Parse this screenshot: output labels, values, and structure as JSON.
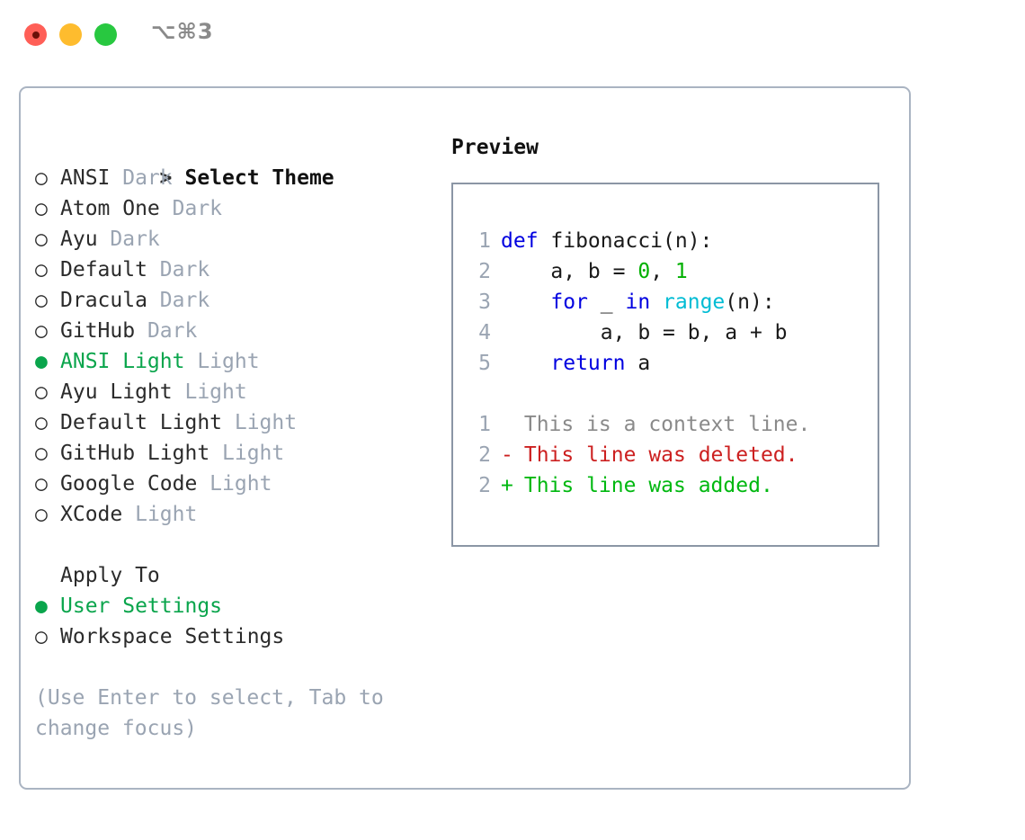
{
  "window": {
    "shortcut": "⌥⌘3",
    "controls": [
      {
        "name": "close",
        "color": "#ff5f57"
      },
      {
        "name": "minimize",
        "color": "#febc2e"
      },
      {
        "name": "maximize",
        "color": "#28c840"
      }
    ]
  },
  "colors": {
    "accent_green": "#0aa54c",
    "muted_gray": "#9aa4b2",
    "text": "#2b2b2b",
    "border": "#aab4c2",
    "preview_border": "#8b96a5",
    "keyword_blue": "#0000e0",
    "function_cyan": "#00bcd4",
    "number_green": "#00b000",
    "diff_delete_red": "#cc2020",
    "diff_add_green": "#00b810"
  },
  "left": {
    "section_prompt": ">",
    "section_title": "Select Theme",
    "radio_selected": "●",
    "radio_unselected": "○",
    "themes": [
      {
        "name": "ANSI",
        "variant": "Dark",
        "selected": false
      },
      {
        "name": "Atom One",
        "variant": "Dark",
        "selected": false
      },
      {
        "name": "Ayu",
        "variant": "Dark",
        "selected": false
      },
      {
        "name": "Default",
        "variant": "Dark",
        "selected": false
      },
      {
        "name": "Dracula",
        "variant": "Dark",
        "selected": false
      },
      {
        "name": "GitHub",
        "variant": "Dark",
        "selected": false
      },
      {
        "name": "ANSI Light",
        "variant": "Light",
        "selected": true
      },
      {
        "name": "Ayu Light",
        "variant": "Light",
        "selected": false
      },
      {
        "name": "Default Light",
        "variant": "Light",
        "selected": false
      },
      {
        "name": "GitHub Light",
        "variant": "Light",
        "selected": false
      },
      {
        "name": "Google Code",
        "variant": "Light",
        "selected": false
      },
      {
        "name": "XCode",
        "variant": "Light",
        "selected": false
      }
    ],
    "apply_to_header": "Apply To",
    "apply_to": [
      {
        "name": "User Settings",
        "selected": true
      },
      {
        "name": "Workspace Settings",
        "selected": false
      }
    ],
    "hint": "(Use Enter to select, Tab to change focus)"
  },
  "right": {
    "preview_title": "Preview",
    "code_lines": [
      {
        "n": "1",
        "tokens": [
          {
            "t": "def",
            "c": "kw"
          },
          {
            "t": " fibonacci(n):",
            "c": "txt"
          }
        ]
      },
      {
        "n": "2",
        "tokens": [
          {
            "t": "    a, b = ",
            "c": "txt"
          },
          {
            "t": "0",
            "c": "num"
          },
          {
            "t": ", ",
            "c": "txt"
          },
          {
            "t": "1",
            "c": "num"
          }
        ]
      },
      {
        "n": "3",
        "tokens": [
          {
            "t": "    ",
            "c": "txt"
          },
          {
            "t": "for",
            "c": "kw"
          },
          {
            "t": " _ ",
            "c": "txt"
          },
          {
            "t": "in",
            "c": "kw"
          },
          {
            "t": " ",
            "c": "txt"
          },
          {
            "t": "range",
            "c": "fn"
          },
          {
            "t": "(n):",
            "c": "txt"
          }
        ]
      },
      {
        "n": "4",
        "tokens": [
          {
            "t": "        a, b = b, a + b",
            "c": "txt"
          }
        ]
      },
      {
        "n": "5",
        "tokens": [
          {
            "t": "    ",
            "c": "txt"
          },
          {
            "t": "return",
            "c": "kw"
          },
          {
            "t": " a",
            "c": "txt"
          }
        ]
      }
    ],
    "diff_lines": [
      {
        "n": "1",
        "marker": " ",
        "text": " This is a context line.",
        "kind": "ctx"
      },
      {
        "n": "2",
        "marker": "-",
        "text": " This line was deleted.",
        "kind": "del"
      },
      {
        "n": "2",
        "marker": "+",
        "text": " This line was added.",
        "kind": "add"
      }
    ]
  }
}
